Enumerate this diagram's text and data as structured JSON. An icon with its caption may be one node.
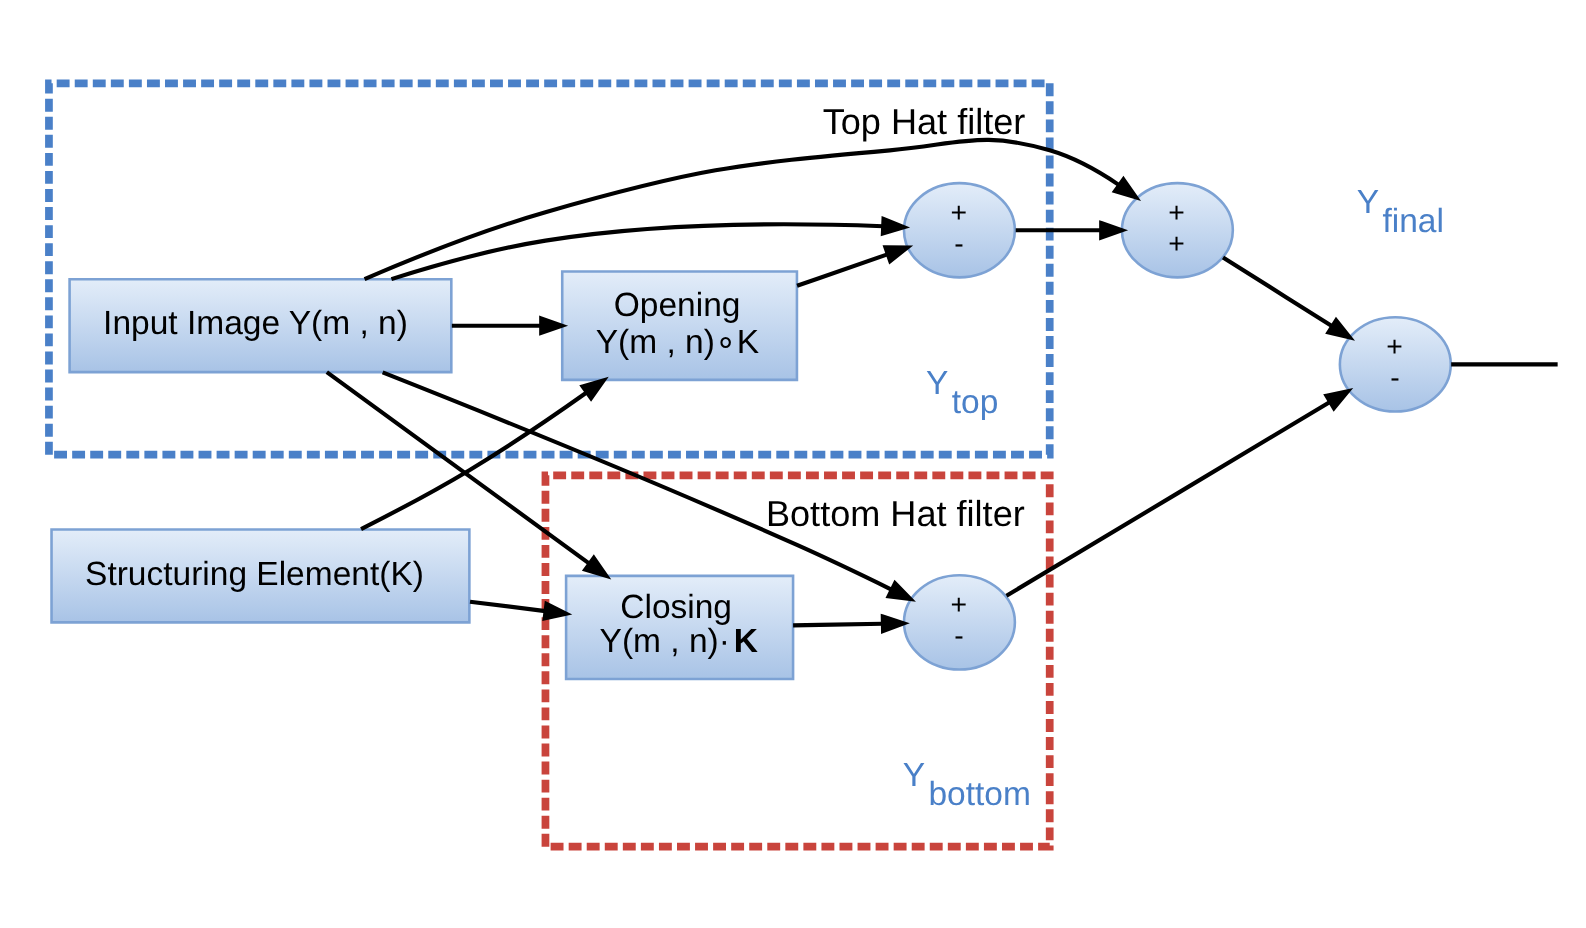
{
  "diagram": {
    "nodes": [
      {
        "text": [
          "Top Hat filter"
        ]
      },
      {
        "text": [
          "Input Image Y(m , n)"
        ],
        "in": 0
      },
      {
        "text": [
          "Opening",
          "Y(m , n)∘K"
        ],
        "in": 0
      },
      {
        "text": [
          "+",
          "-"
        ],
        "beside": [
          "Y$_{top}$"
        ],
        "in": 0
      },
      {
        "text": [
          "+",
          "+"
        ]
      },
      {
        "text": [
          "Structuring Element(K)"
        ]
      },
      {
        "text": [
          "Bottom Hat filter"
        ]
      },
      {
        "text": [
          "Closing",
          "Y(m , n)·**K**"
        ],
        "in": 6
      },
      {
        "text": [
          "+",
          "-"
        ],
        "beside": [
          "Y$_{bottom}$"
        ],
        "in": 6
      },
      {
        "text": [
          "+",
          "-"
        ],
        "beside": [
          "Y$_{final}$"
        ]
      }
    ],
    "edges": [
      {
        "from": 1,
        "to": 2,
        "arrow": "to"
      },
      {
        "from": 5,
        "to": 2,
        "arrow": "to"
      },
      {
        "from": 1,
        "to": 3,
        "arrow": "to"
      },
      {
        "from": 2,
        "to": 3,
        "arrow": "to"
      },
      {
        "from": 1,
        "to": 4,
        "arrow": "to"
      },
      {
        "from": 3,
        "to": 4,
        "arrow": "to"
      },
      {
        "from": 5,
        "to": 7,
        "arrow": "to"
      },
      {
        "from": 1,
        "to": 7,
        "arrow": "to"
      },
      {
        "from": 7,
        "to": 8,
        "arrow": "to"
      },
      {
        "from": 1,
        "to": 8,
        "arrow": "to"
      },
      {
        "from": 4,
        "to": 9,
        "arrow": "to"
      },
      {
        "from": 8,
        "to": 9,
        "arrow": "to"
      },
      {
        "from": 9,
        "to": null,
        "arrow": "none"
      }
    ]
  }
}
